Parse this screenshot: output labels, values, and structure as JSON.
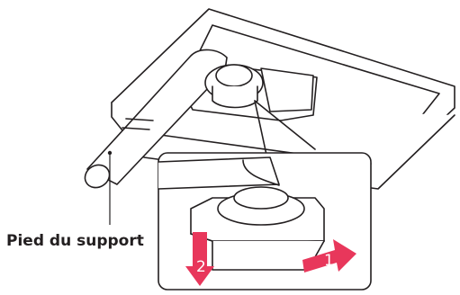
{
  "callout": {
    "label": "Pied du support"
  },
  "steps": [
    {
      "number": "1",
      "color": "#e8375b"
    },
    {
      "number": "2",
      "color": "#e8375b"
    }
  ],
  "colors": {
    "line": "#231f20",
    "arrow": "#e8375b",
    "background": "#ffffff"
  }
}
